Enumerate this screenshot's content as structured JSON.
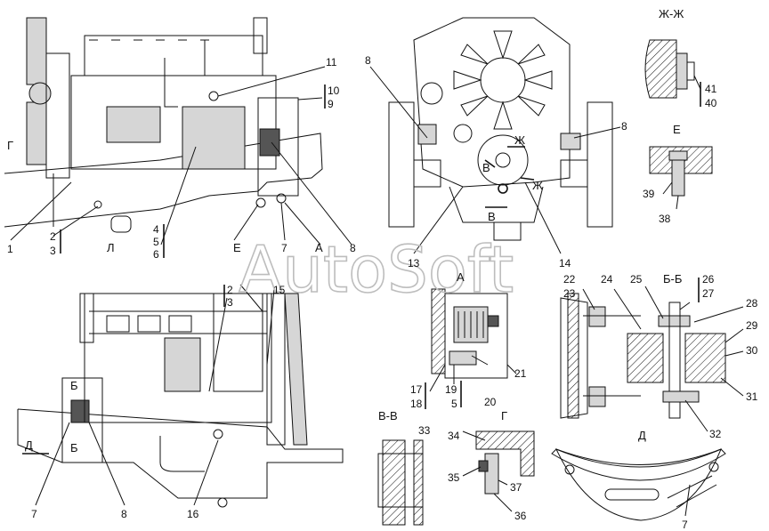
{
  "watermark": "AutoSoft",
  "section_titles": {
    "zh": "Ж-Ж",
    "e": "Е",
    "a": "А",
    "bb": "Б-Б",
    "vv": "В-В",
    "g": "Г",
    "d": "Д"
  },
  "callouts": {
    "c1": "1",
    "c2": "2",
    "c3": "3",
    "c4": "4",
    "c5": "5",
    "c6": "6",
    "c7a": "7",
    "c7b": "7",
    "c7c": "7",
    "c8a": "8",
    "c8b": "8",
    "c8c": "8",
    "c8d": "8",
    "c9": "9",
    "c10": "10",
    "c11": "11",
    "c13": "13",
    "c14": "14",
    "c15": "15",
    "c16": "16",
    "c17": "17",
    "c18": "18",
    "c19": "19",
    "c5b": "5",
    "c20": "20",
    "c21": "21",
    "c2b": "2",
    "c3b": "3",
    "c22": "22",
    "c23": "23",
    "c24": "24",
    "c25": "25",
    "c26": "26",
    "c27": "27",
    "c28": "28",
    "c29": "29",
    "c30": "30",
    "c31": "31",
    "c32": "32",
    "c33": "33",
    "c34": "34",
    "c35": "35",
    "c36": "36",
    "c37": "37",
    "c38": "38",
    "c39": "39",
    "c40": "40",
    "c41": "41"
  },
  "view_letters": {
    "g_view": "Г",
    "l_view": "Л",
    "e_view": "Е",
    "a_view": "А",
    "zh_mark1": "Ж",
    "zh_mark2": "Ж",
    "v_mark1": "В",
    "v_mark2": "В",
    "b_mark1": "Б",
    "b_mark2": "Б",
    "d_mark": "Д"
  }
}
